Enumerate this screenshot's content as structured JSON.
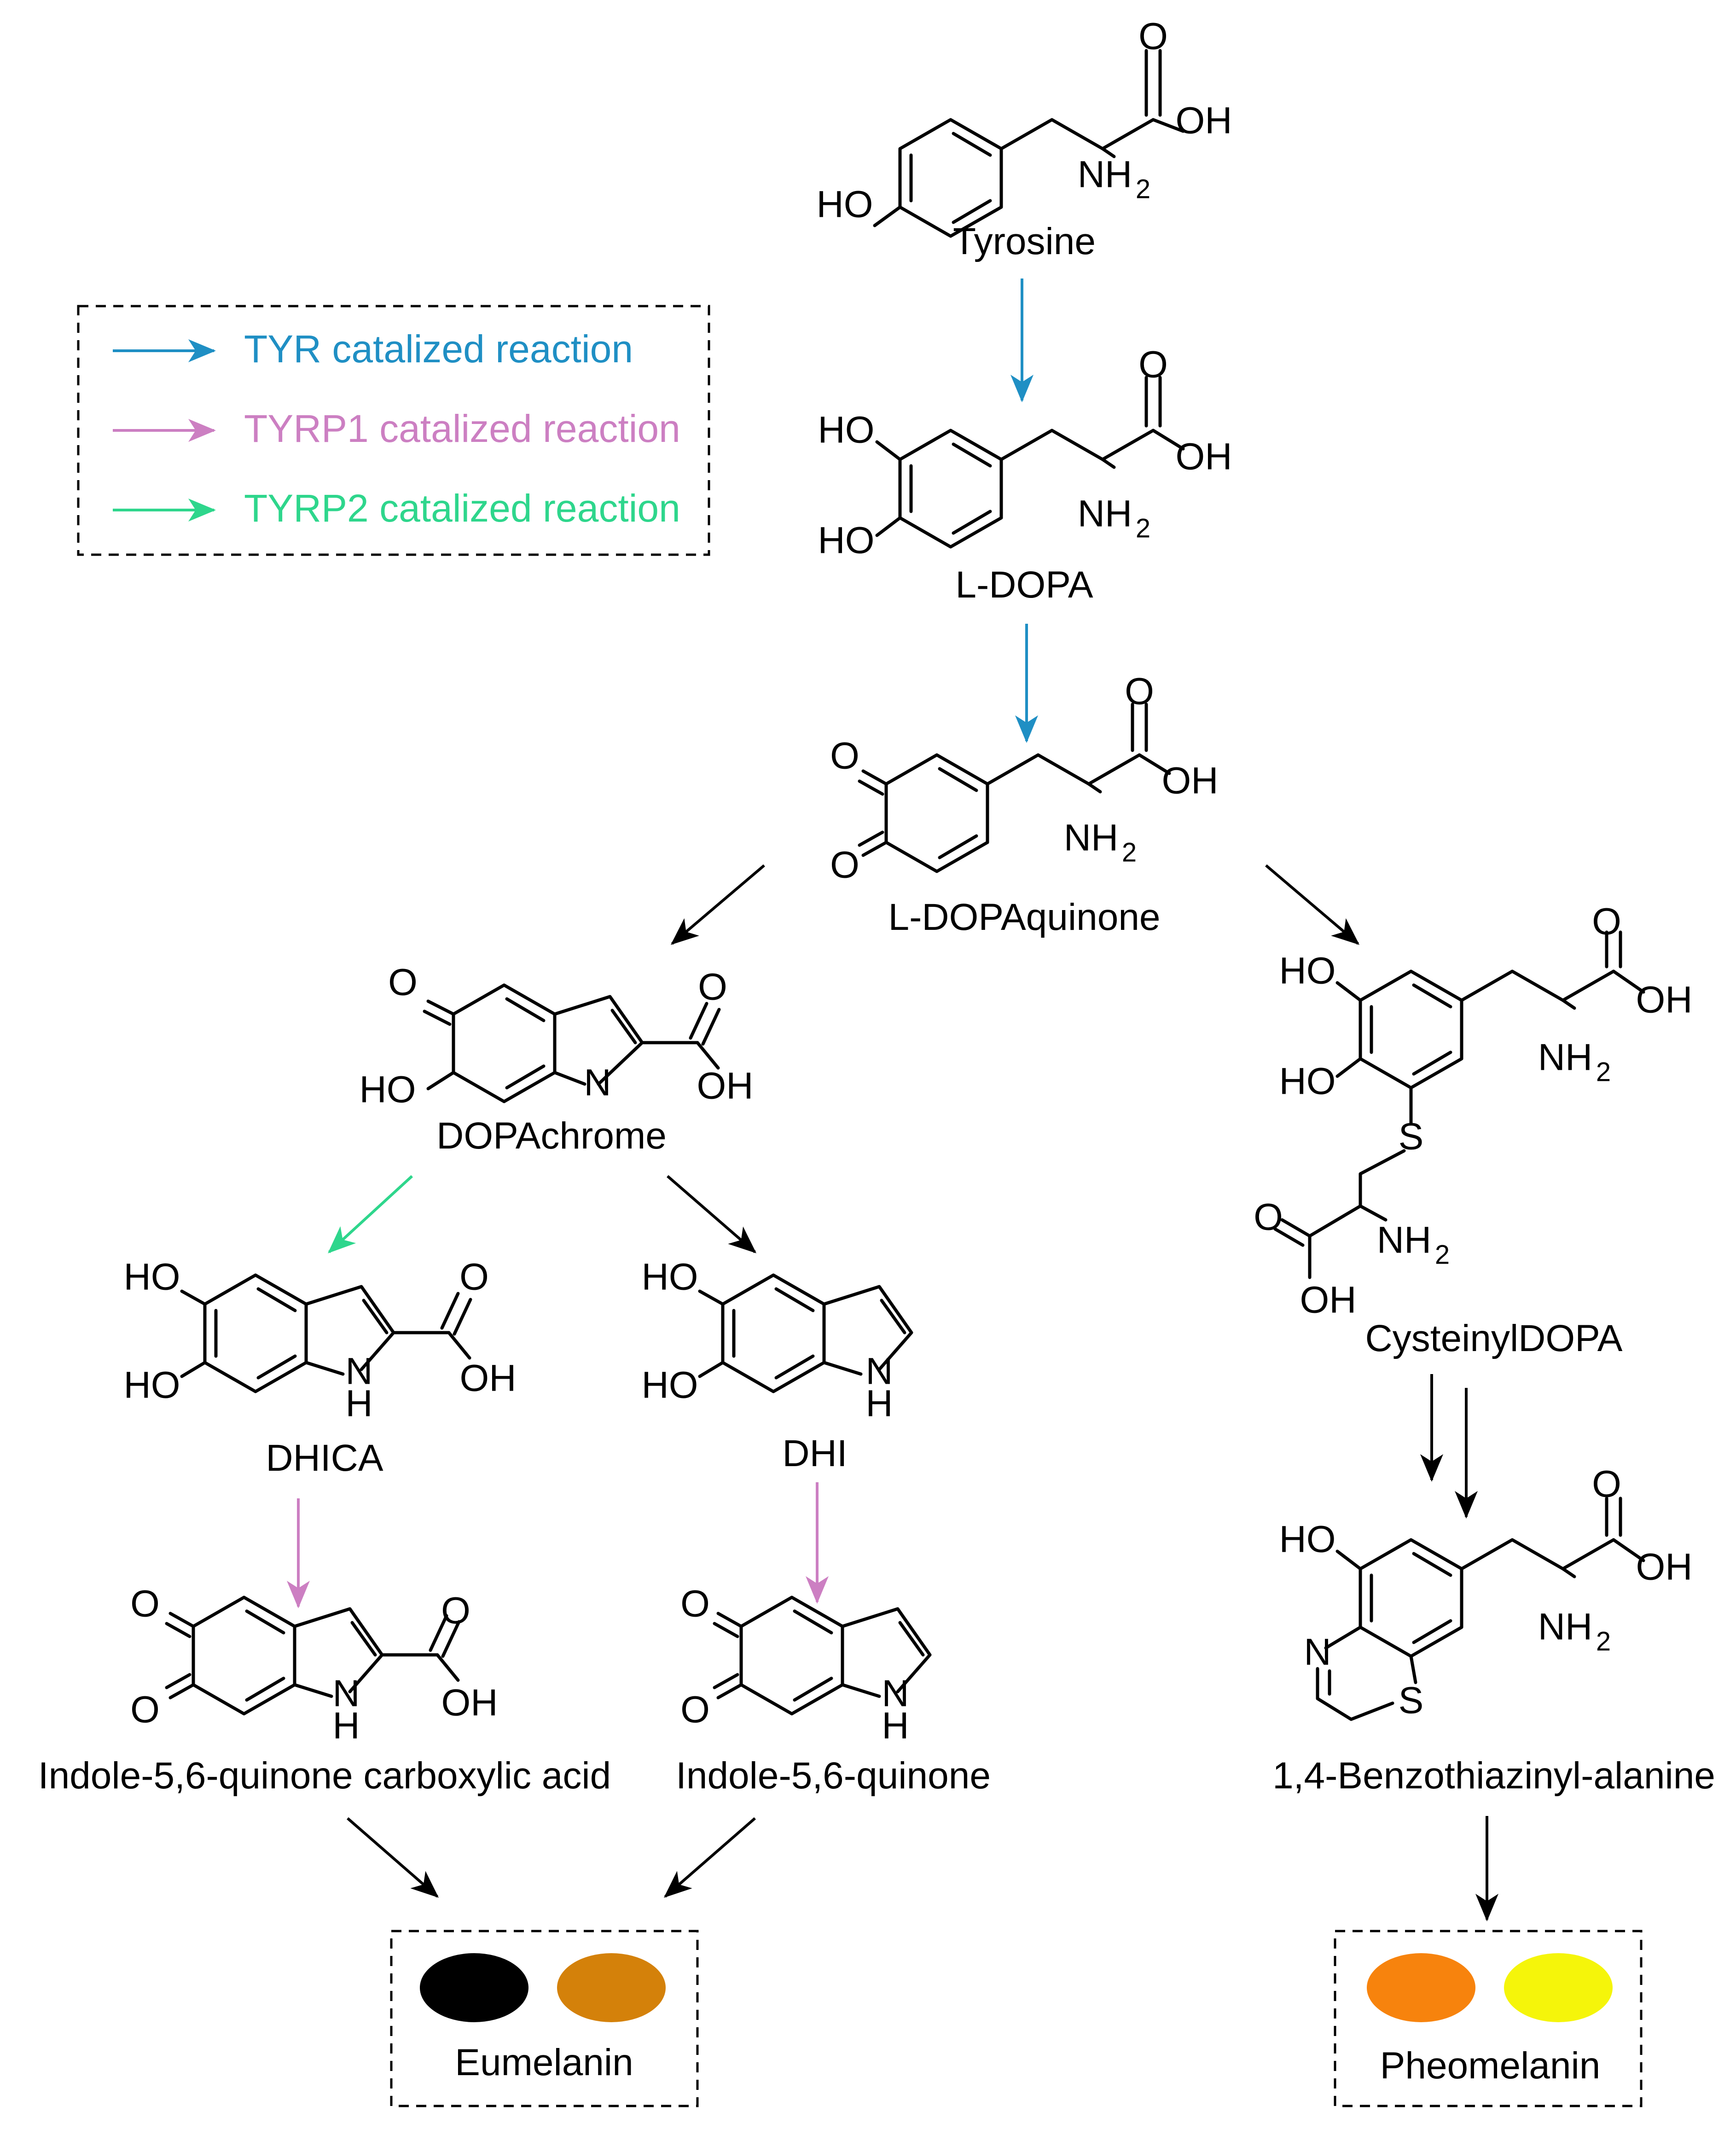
{
  "legend": {
    "items": [
      {
        "label": "TYR catalized reaction",
        "color": "#1f8fc4"
      },
      {
        "label": "TYRP1 catalized reaction",
        "color": "#cc7fc2"
      },
      {
        "label": "TYRP2 catalized reaction",
        "color": "#2ed68c"
      }
    ]
  },
  "compounds": {
    "tyrosine": "Tyrosine",
    "ldopa": "L-DOPA",
    "ldopaquinone": "L-DOPAquinone",
    "dopachrome": "DOPAchrome",
    "cysteinyldopa": "CysteinylDOPA",
    "dhica": "DHICA",
    "dhi": "DHI",
    "iqca": "Indole-5,6-quinone carboxylic acid",
    "iq": "Indole-5,6-quinone",
    "benzothiazinyl": "1,4-Benzothiazinyl-alanine"
  },
  "atoms": {
    "O": "O",
    "OH": "OH",
    "HO": "HO",
    "NH2": "NH",
    "sub2": "2",
    "N": "N",
    "H": "H",
    "S": "S"
  },
  "products": {
    "eumelanin": {
      "label": "Eumelanin",
      "colors": [
        "#000000",
        "#d4810a"
      ]
    },
    "pheomelanin": {
      "label": "Pheomelanin",
      "colors": [
        "#f7830d",
        "#f5f50a"
      ]
    }
  },
  "arrow_colors": {
    "tyr": "#1f8fc4",
    "tyrp1": "#cc7fc2",
    "tyrp2": "#2ed68c",
    "plain": "#000000"
  }
}
